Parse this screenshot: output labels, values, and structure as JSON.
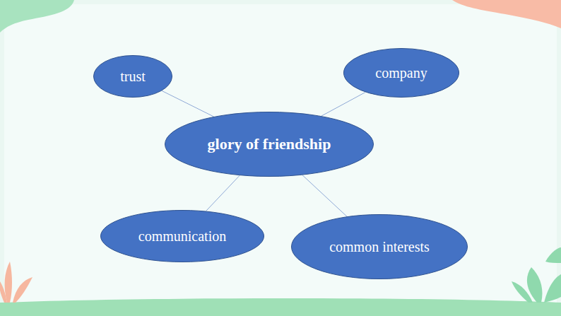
{
  "diagram": {
    "nodes": [
      {
        "text": [
          "trust"
        ]
      },
      {
        "text": [
          "company"
        ]
      },
      {
        "text": [
          "glory of friendship"
        ]
      },
      {
        "text": [
          "communication"
        ]
      },
      {
        "text": [
          "common interests"
        ]
      }
    ],
    "edges": [
      {
        "from": 2,
        "to": 0,
        "arrow": "none"
      },
      {
        "from": 2,
        "to": 1,
        "arrow": "none"
      },
      {
        "from": 2,
        "to": 3,
        "arrow": "none"
      },
      {
        "from": 2,
        "to": 4,
        "arrow": "none"
      }
    ]
  }
}
